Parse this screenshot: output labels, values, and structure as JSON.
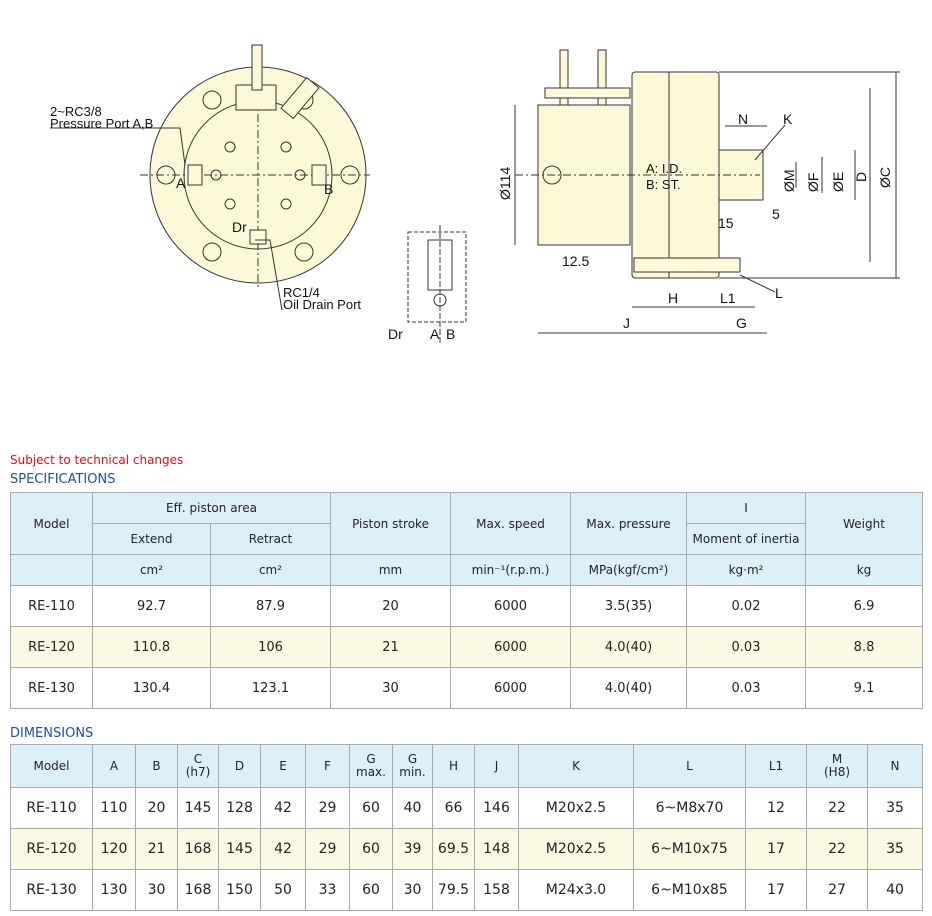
{
  "drawing": {
    "front": {
      "port_label1": "2~RC3/8",
      "port_label2": "Pressure Port A,B",
      "a": "A",
      "b": "B",
      "dr": "Dr",
      "drain1": "RC1/4",
      "drain2": "Oil Drain Port"
    },
    "small": {
      "dr": "Dr",
      "a": "A",
      "b": "B"
    },
    "side": {
      "dia114": "Ø114",
      "d125": "12.5",
      "ad": "A: I.D.",
      "bst": "B: ST.",
      "n": "N",
      "k": "K",
      "m": "ØM",
      "f": "ØF",
      "e": "ØE",
      "d": "D",
      "c": "ØC",
      "d15": "15",
      "d5": "5",
      "h": "H",
      "l1": "L1",
      "l": "L",
      "j": "J",
      "g": "G"
    }
  },
  "note": "Subject to technical changes",
  "spec": {
    "title": "SPECIFICATIONS",
    "headers": {
      "model": "Model",
      "eff": "Eff. piston area",
      "extend": "Extend",
      "retract": "Retract",
      "stroke": "Piston stroke",
      "speed": "Max. speed",
      "pressure": "Max. pressure",
      "i": "I",
      "inertia": "Moment of inertia",
      "weight": "Weight"
    },
    "units": [
      "cm²",
      "cm²",
      "mm",
      "min⁻¹(r.p.m.)",
      "MPa(kgf/cm²)",
      "kg·m²",
      "kg"
    ],
    "rows": [
      [
        "RE-110",
        "92.7",
        "87.9",
        "20",
        "6000",
        "3.5(35)",
        "0.02",
        "6.9"
      ],
      [
        "RE-120",
        "110.8",
        "106",
        "21",
        "6000",
        "4.0(40)",
        "0.03",
        "8.8"
      ],
      [
        "RE-130",
        "130.4",
        "123.1",
        "30",
        "6000",
        "4.0(40)",
        "0.03",
        "9.1"
      ]
    ]
  },
  "dim": {
    "title": "DIMENSIONS",
    "headers": [
      [
        "Model",
        ""
      ],
      [
        "A",
        ""
      ],
      [
        "B",
        ""
      ],
      [
        "C",
        "(h7)"
      ],
      [
        "D",
        ""
      ],
      [
        "E",
        ""
      ],
      [
        "F",
        ""
      ],
      [
        "G",
        "max."
      ],
      [
        "G",
        "min."
      ],
      [
        "H",
        ""
      ],
      [
        "J",
        ""
      ],
      [
        "K",
        ""
      ],
      [
        "L",
        ""
      ],
      [
        "L1",
        ""
      ],
      [
        "M",
        "(H8)"
      ],
      [
        "N",
        ""
      ]
    ],
    "rows": [
      [
        "RE-110",
        "110",
        "20",
        "145",
        "128",
        "42",
        "29",
        "60",
        "40",
        "66",
        "146",
        "M20x2.5",
        "6~M8x70",
        "12",
        "22",
        "35"
      ],
      [
        "RE-120",
        "120",
        "21",
        "168",
        "145",
        "42",
        "29",
        "60",
        "39",
        "69.5",
        "148",
        "M20x2.5",
        "6~M10x75",
        "17",
        "22",
        "35"
      ],
      [
        "RE-130",
        "130",
        "30",
        "168",
        "150",
        "50",
        "33",
        "60",
        "30",
        "79.5",
        "158",
        "M24x3.0",
        "6~M10x85",
        "17",
        "27",
        "40"
      ]
    ]
  },
  "colors": {
    "body": "#fdf8d8",
    "header": "#dcf0fa",
    "highlight": "#fbf9e1",
    "note": "#d0141c",
    "section": "#1f4f96"
  }
}
